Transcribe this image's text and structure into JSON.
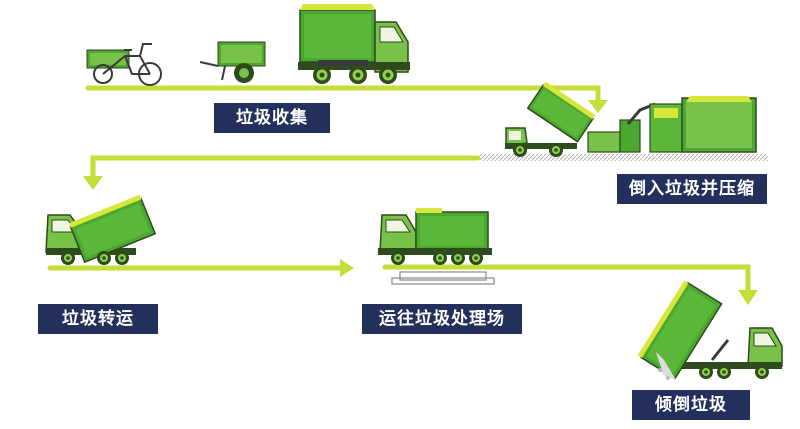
{
  "colors": {
    "track": "#c5de3a",
    "truck_green": "#4aa72f",
    "truck_light": "#78c24a",
    "truck_yellow": "#d7e63a",
    "label_bg": "#24305c",
    "label_text": "#ffffff",
    "ground": "#bbbbbb"
  },
  "steps": [
    {
      "id": "collect",
      "label": "垃圾收集",
      "icons": [
        "tricycle-icon",
        "handcart-icon",
        "garbage-truck-icon"
      ]
    },
    {
      "id": "compress",
      "label": "倒入垃圾并压缩",
      "icons": [
        "dump-truck-unloading-icon",
        "compactor-station-icon"
      ]
    },
    {
      "id": "transfer",
      "label": "垃圾转运",
      "icons": [
        "hook-lift-truck-icon"
      ]
    },
    {
      "id": "transport",
      "label": "运往垃圾处理场",
      "icons": [
        "container-truck-icon"
      ]
    },
    {
      "id": "dump",
      "label": "倾倒垃圾",
      "icons": [
        "dump-truck-tipping-icon"
      ]
    }
  ]
}
